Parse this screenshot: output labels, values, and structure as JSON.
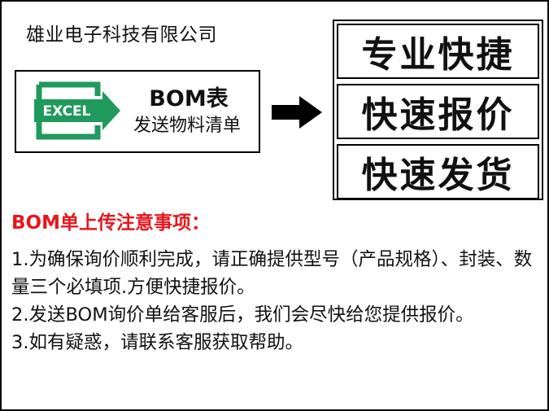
{
  "company_name": "雄业电子科技有限公司",
  "bom_card": {
    "icon_label": "EXCEL",
    "title": "BOM表",
    "subtitle": "发送物料清单"
  },
  "slogans": [
    "专业快捷",
    "快速报价",
    "快速发货"
  ],
  "notes": {
    "heading": "BOM单上传注意事项：",
    "items": [
      "1.为确保询价顺利完成，请正确提供型号（产品规格）、封装、数量三个必填项.方便快捷报价。",
      "2.发送BOM询价单给客服后，我们会尽快给您提供报价。",
      "3.如有疑惑，请联系客服获取帮助。"
    ]
  },
  "colors": {
    "excel_green": "#1f9a5c",
    "heading_red": "#e8161c"
  }
}
